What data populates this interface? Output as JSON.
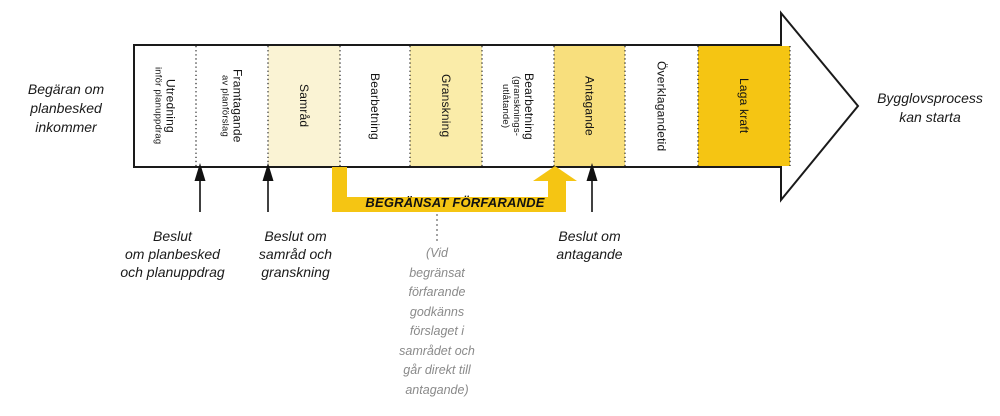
{
  "title": "Planprocess till bygglov diagram",
  "start_note": "Begäran om\nplanbesked\ninkommer",
  "end_note": "Bygglovsprocess\nkan starta",
  "colors": {
    "gold": "#F5C513",
    "cream": "#FAF3D4",
    "light_yellow": "#FAECA9",
    "medium_yellow": "#F8DF7D",
    "white": "#FFFFFF",
    "ink": "#1a1a1a",
    "note_gray": "#8a8a8a"
  },
  "segments": [
    {
      "main": "Utredning",
      "sub": "inför planuppdrag",
      "bg": "#FFFFFF"
    },
    {
      "main": "Framtagande",
      "sub": "av planförslag",
      "bg": "#FFFFFF"
    },
    {
      "main": "Samråd",
      "sub": "",
      "bg": "#FAF3D4"
    },
    {
      "main": "Bearbetning",
      "sub": "",
      "bg": "#FFFFFF"
    },
    {
      "main": "Granskning",
      "sub": "",
      "bg": "#FAECA9"
    },
    {
      "main": "Bearbetning",
      "sub": "(gransknings-\nutlåtande)",
      "bg": "#FFFFFF"
    },
    {
      "main": "Antagande",
      "sub": "",
      "bg": "#F8DF7D"
    },
    {
      "main": "Överklagandetid",
      "sub": "",
      "bg": "#FFFFFF"
    },
    {
      "main": "Laga kraft",
      "sub": "",
      "bg": "#F5C513"
    }
  ],
  "decisions": [
    {
      "label": "Beslut\nom planbesked\noch planuppdrag"
    },
    {
      "label": "Beslut om\nsamråd och\ngranskning"
    },
    {
      "label": "Beslut om\nantagande"
    }
  ],
  "limited_procedure": {
    "label": "BEGRÄNSAT FÖRFARANDE",
    "note": "(Vid\nbegränsat\nförfarande\ngodkänns\nförslaget i\nsamrådet och\ngår direkt till\nantagande)"
  }
}
